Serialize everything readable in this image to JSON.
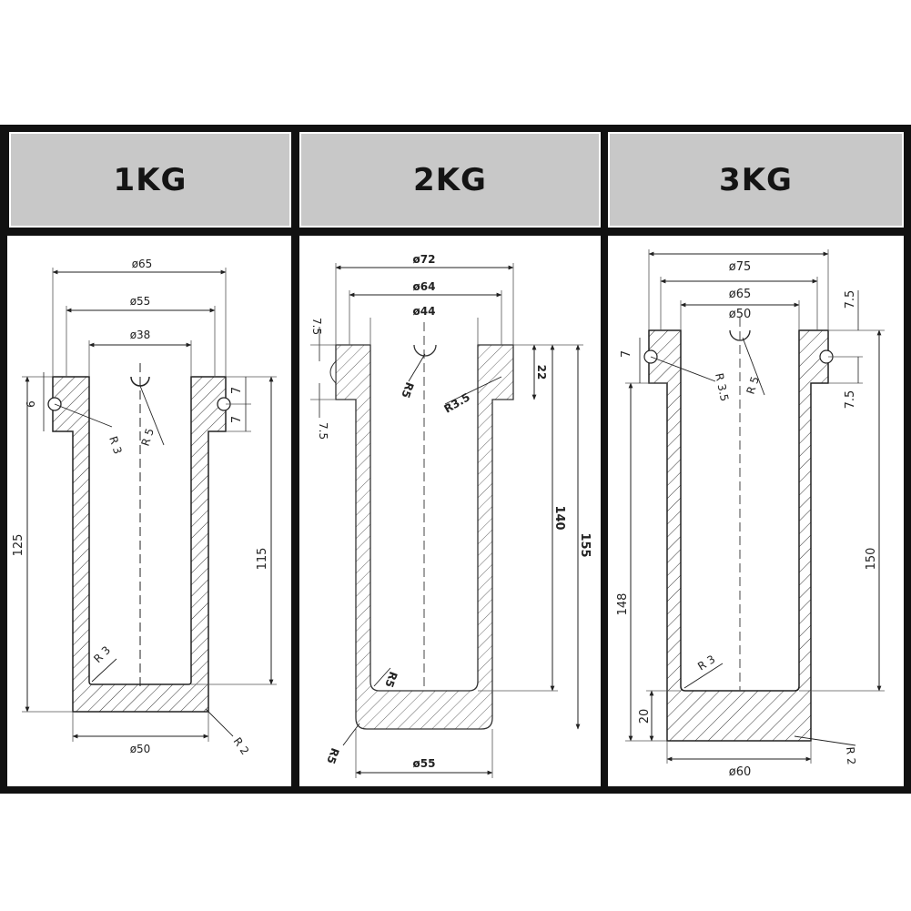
{
  "panels": [
    {
      "title": "1KG",
      "labels": {
        "d_outer": "ø65",
        "d_mid": "ø55",
        "d_inner": "ø38",
        "d_bottom": "ø50",
        "h_total": "125",
        "h_inner": "115",
        "groove_w": "6",
        "top_band": "7",
        "low_band": "7",
        "r_groove": "R 3",
        "r_notch": "R 5",
        "r_inner": "R 3",
        "r_outer": "R 2"
      }
    },
    {
      "title": "2KG",
      "labels": {
        "d_outer": "ø72",
        "d_mid": "ø64",
        "d_inner": "ø44",
        "d_bottom": "ø55",
        "h_total": "155",
        "h_inner": "140",
        "flange_h": "22",
        "top_band": "7.5",
        "low_band": "7.5",
        "r_notch": "R5",
        "r_flange": "R3.5",
        "r_inner": "R5",
        "r_outer": "R5"
      }
    },
    {
      "title": "3KG",
      "labels": {
        "d_outer": "ø75",
        "d_mid": "ø65",
        "d_inner": "ø50",
        "d_bottom": "ø60",
        "h_total": "148",
        "h_inner": "150",
        "base_h": "20",
        "groove_w": "7",
        "top_band": "7.5",
        "low_band": "7.5",
        "r_groove": "R 3.5",
        "r_notch": "R 5",
        "r_inner": "R 3",
        "r_outer": "R 2"
      }
    }
  ]
}
